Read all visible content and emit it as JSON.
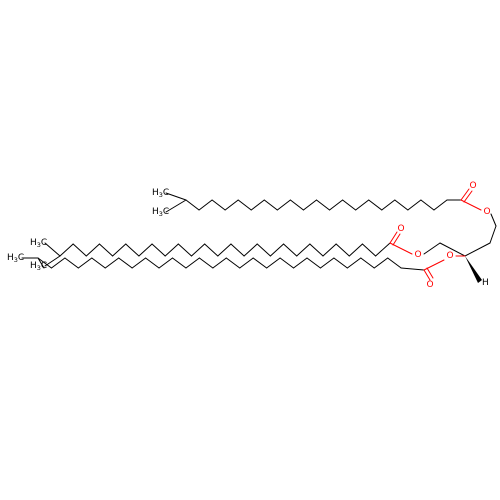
{
  "molecule": {
    "atom_labels": {
      "oxygen": "O",
      "hydrogen": "H",
      "methyl": "H3C",
      "methyl_parts": {
        "element": "H",
        "count": "3",
        "carbon": "C"
      }
    }
  },
  "colors": {
    "background": "#ffffff",
    "bond": "#000000",
    "oxygen": "#ff0000"
  }
}
